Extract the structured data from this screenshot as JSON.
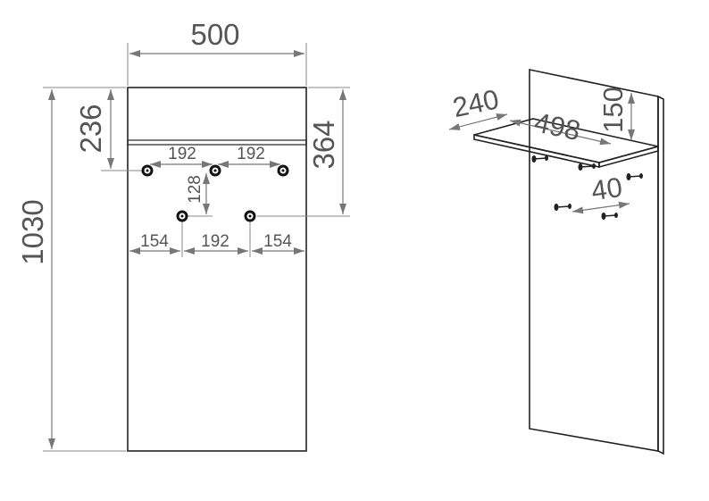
{
  "front_view": {
    "width_label": "500",
    "height_label": "1030",
    "shelf_offset_label": "236",
    "lower_hooks_offset_label": "364",
    "upper_hook_spacing_left_label": "192",
    "upper_hook_spacing_right_label": "192",
    "hook_row_gap_label": "128",
    "lower_left_margin_label": "154",
    "lower_hook_spacing_label": "192",
    "lower_right_margin_label": "154"
  },
  "iso_view": {
    "shelf_depth_label": "240",
    "shelf_width_label": "498",
    "shelf_top_offset_label": "150",
    "hook_projection_label": "40"
  }
}
